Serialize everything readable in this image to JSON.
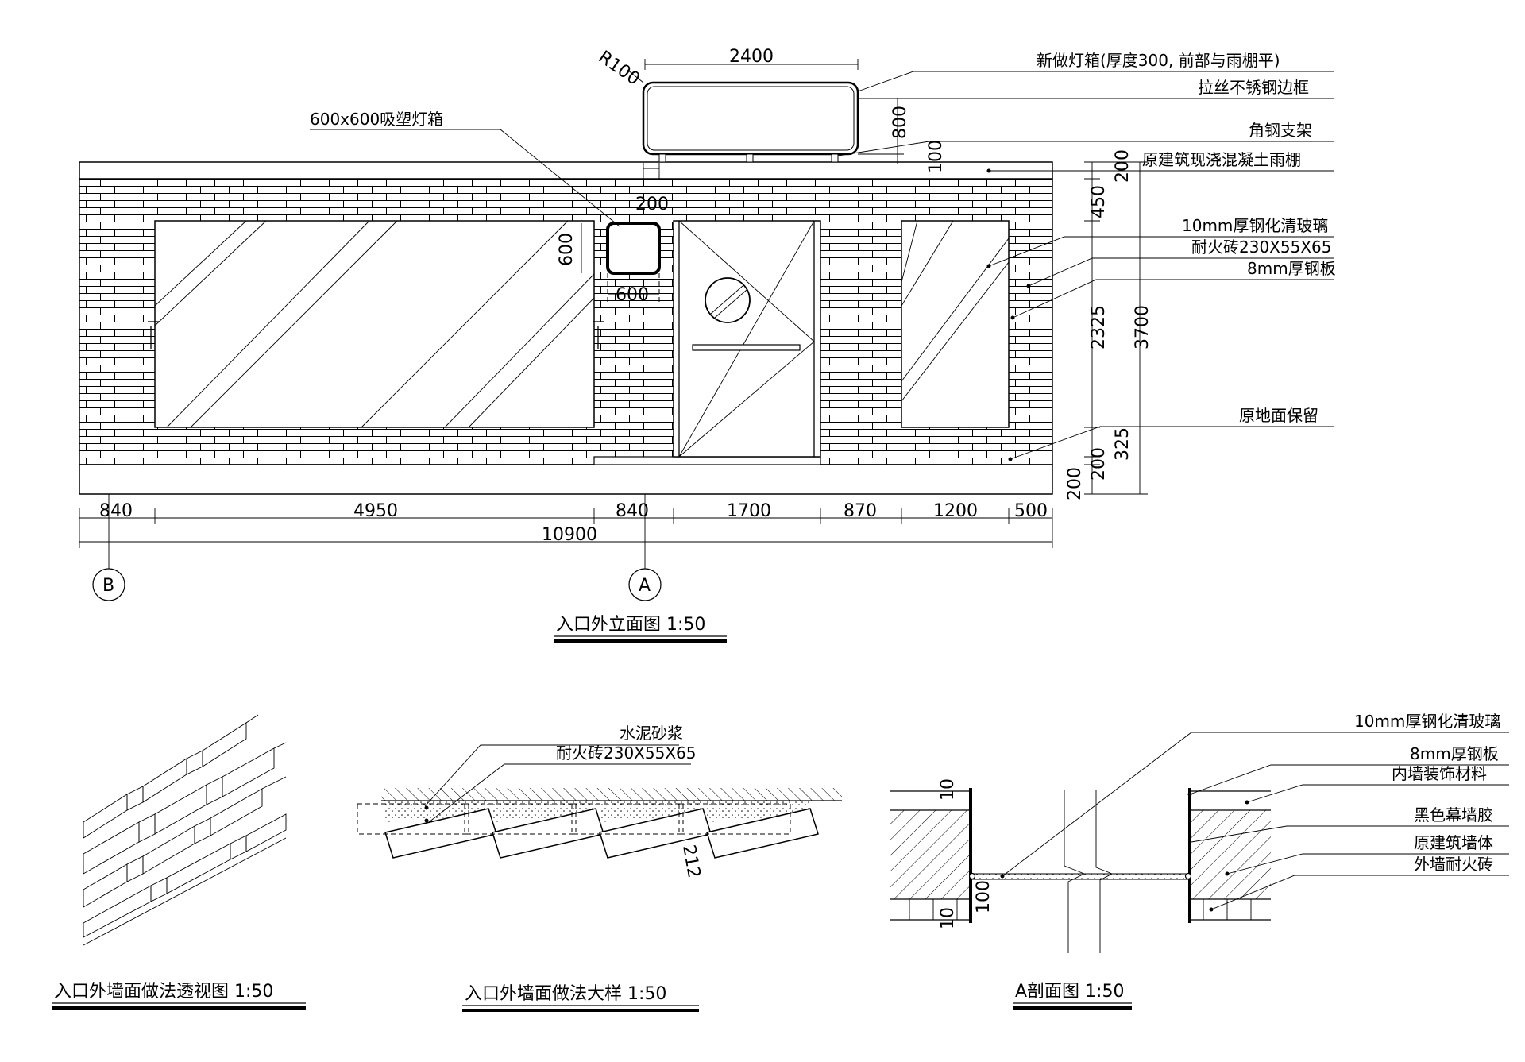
{
  "elevation": {
    "title": "入口外立面图 1:50",
    "axis_b": "B",
    "axis_a": "A",
    "callouts": {
      "lightbox_new": "新做灯箱(厚度300, 前部与雨棚平)",
      "steel_frame": "拉丝不锈钢边框",
      "angle_bracket": "角钢支架",
      "canopy": "原建筑现浇混凝土雨棚",
      "glass": "10mm厚钢化清玻璃",
      "brick": "耐火砖230X55X65",
      "steel_plate": "8mm厚钢板",
      "floor_keep": "原地面保留",
      "small_lightbox": "600x600吸塑灯箱"
    },
    "dims_top": {
      "lightbox_width": "2400",
      "radius": "R100",
      "lightbox_height": "800",
      "bracket_height": "100",
      "offset_200": "200",
      "sq_height": "600",
      "sq_width": "600"
    },
    "dims_right": {
      "d200_top": "200",
      "d450": "450",
      "d2325": "2325",
      "d3700": "3700",
      "d325": "325",
      "d200_mid": "200",
      "d200_bot": "200"
    },
    "dims_bottom": {
      "segments": [
        "840",
        "4950",
        "840",
        "1700",
        "870",
        "1200",
        "500"
      ],
      "total": "10900"
    }
  },
  "perspective": {
    "title": "入口外墙面做法透视图 1:50"
  },
  "detail": {
    "title": "入口外墙面做法大样 1:50",
    "mortar": "水泥砂浆",
    "brick": "耐火砖230X55X65",
    "dim_212": "212"
  },
  "section": {
    "title": "A剖面图 1:50",
    "glass": "10mm厚钢化清玻璃",
    "steel_plate": "8mm厚钢板",
    "inner_finish": "内墙装饰材料",
    "black_glue": "黑色幕墙胶",
    "orig_wall": "原建筑墙体",
    "ext_brick": "外墙耐火砖",
    "d10_top": "10",
    "d100": "100",
    "d10_bot": "10"
  }
}
